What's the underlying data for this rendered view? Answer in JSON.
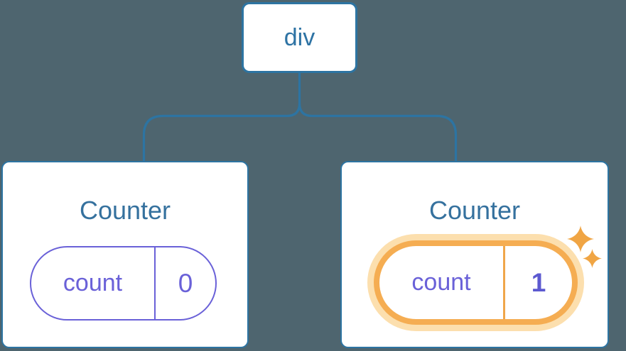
{
  "canvas": {
    "background_color": "#4e656f"
  },
  "palette": {
    "line_blue": "#2d74a2",
    "title_blue": "#35719e",
    "state_purple": "#6a61d8",
    "highlight_orange": "#f5ad52",
    "highlight_halo": "#fcdfae",
    "sparkle_orange": "#f0a544",
    "card_background": "#ffffff"
  },
  "tree": {
    "root": {
      "label": "div"
    },
    "children": [
      {
        "title": "Counter",
        "state_key": "count",
        "state_value": "0",
        "highlighted": false
      },
      {
        "title": "Counter",
        "state_key": "count",
        "state_value": "1",
        "highlighted": true
      }
    ]
  }
}
